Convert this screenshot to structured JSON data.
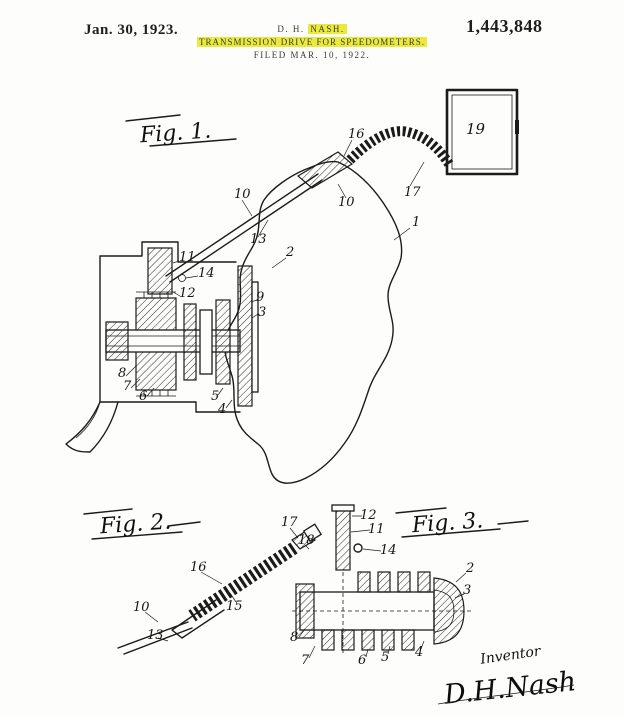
{
  "header": {
    "date": "Jan. 30, 1923.",
    "patent_number": "1,443,848",
    "inventor_prefix": "D. H. ",
    "inventor_surname": "NASH.",
    "title": "TRANSMISSION DRIVE FOR SPEEDOMETERS.",
    "filed": "FILED MAR. 10, 1922.",
    "highlight_color": "#ece93e"
  },
  "figures": {
    "fig1": {
      "label": "Fig. 1.",
      "refs": {
        "r16": "16",
        "r17": "17",
        "r19": "19",
        "r10a": "10",
        "r10b": "10",
        "r1": "1",
        "r2": "2",
        "r11": "11",
        "r14": "14",
        "r12": "12",
        "r13": "13",
        "r9": "9",
        "r3": "3",
        "r8": "8",
        "r7": "7",
        "r6": "6",
        "r5": "5",
        "r4": "4"
      }
    },
    "fig2": {
      "label": "Fig. 2.",
      "refs": {
        "r17": "17",
        "r18": "18",
        "r16": "16",
        "r15": "15",
        "r10": "10",
        "r13": "13"
      }
    },
    "fig3": {
      "label": "Fig. 3.",
      "refs": {
        "r12": "12",
        "r11": "11",
        "r14": "14",
        "r2": "2",
        "r3": "3",
        "r8": "8",
        "r7": "7",
        "r6": "6",
        "r5": "5",
        "r4": "4"
      }
    }
  },
  "signature": {
    "caption": "Inventor",
    "name": "D.H.Nash"
  }
}
